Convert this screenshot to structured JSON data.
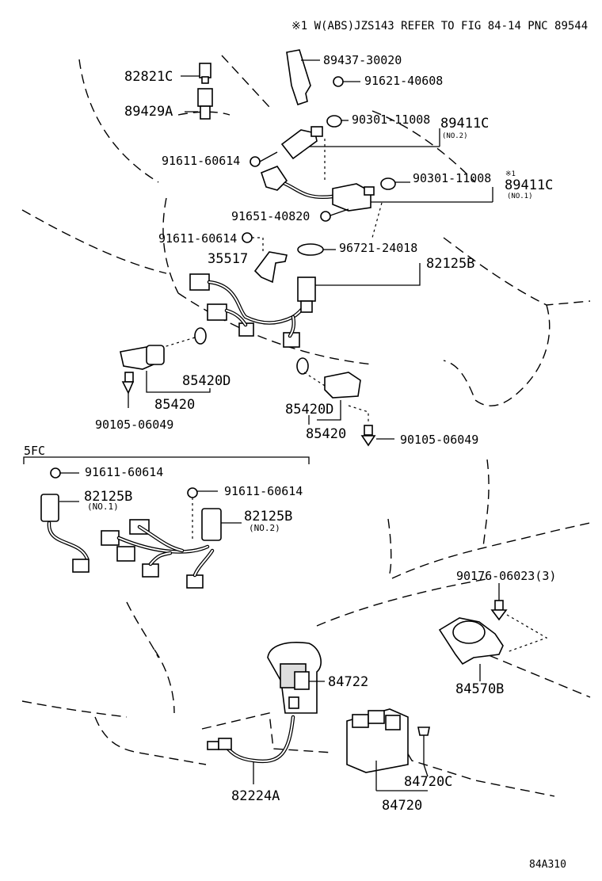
{
  "header": {
    "note": "※1 W(ABS)JZS143 REFER TO FIG 84-14 PNC 89544"
  },
  "labels": {
    "p82821C": "82821C",
    "p89429A": "89429A",
    "p89437": "89437-30020",
    "p91621": "91621-40608",
    "p90301a": "90301-11008",
    "p89411C_no2": "89411C",
    "no2": "(NO.2)",
    "p91611a": "91611-60614",
    "p90301b": "90301-11008",
    "mark1": "※1",
    "p89411C_no1": "89411C",
    "no1": "(NO.1)",
    "p91651": "91651-40820",
    "p91611b": "91611-60614",
    "p96721": "96721-24018",
    "p35517": "35517",
    "p82125B": "82125B",
    "p85420D_a": "85420D",
    "p85420_a": "85420",
    "p90105_a": "90105-06049",
    "p85420D_b": "85420D",
    "p85420_b": "85420",
    "p90105_b": "90105-06049",
    "sfc_label": "5FC",
    "sfc_91611a": "91611-60614",
    "sfc_82125B_no1": "82125B",
    "sfc_no1": "(NO.1)",
    "sfc_91611b": "91611-60614",
    "sfc_82125B_no2": "82125B",
    "sfc_no2": "(NO.2)",
    "p90176": "90176-06023(3)",
    "p84570B": "84570B",
    "p84722": "84722",
    "p84720C": "84720C",
    "p84720": "84720",
    "p82224A": "82224A",
    "fig_code": "84A310"
  }
}
